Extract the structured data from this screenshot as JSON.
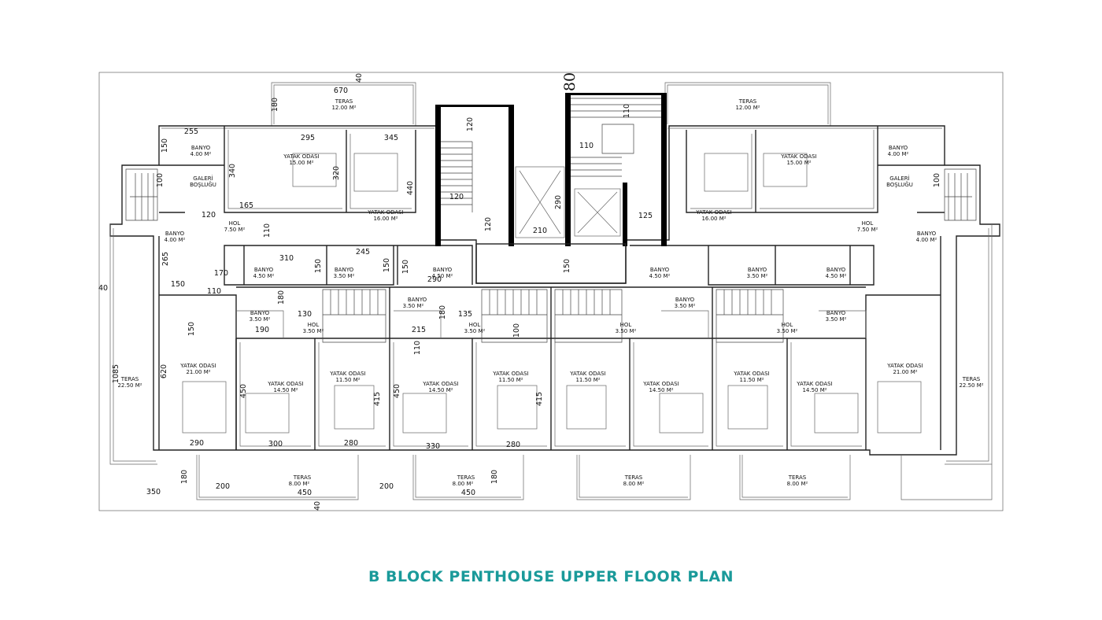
{
  "caption": "B BLOCK PENTHOUSE UPPER FLOOR PLAN",
  "accent_color": "#1a9a9a",
  "rooms": [
    {
      "id": "teras-top-left",
      "name": "TERAS",
      "area": "12.00 M²"
    },
    {
      "id": "teras-top-right",
      "name": "TERAS",
      "area": "12.00 M²"
    },
    {
      "id": "banyo-tl",
      "name": "BANYO",
      "area": "4.00 M²"
    },
    {
      "id": "banyo-tr",
      "name": "BANYO",
      "area": "4.00 M²"
    },
    {
      "id": "yatak-l15",
      "name": "YATAK ODASI",
      "area": "15.00 M²"
    },
    {
      "id": "yatak-l16",
      "name": "YATAK ODASI",
      "area": "16.00 M²"
    },
    {
      "id": "yatak-r16",
      "name": "YATAK ODASI",
      "area": "16.00 M²"
    },
    {
      "id": "yatak-r15",
      "name": "YATAK ODASI",
      "area": "15.00 M²"
    },
    {
      "id": "galeri-l",
      "name": "GALERİ",
      "area": "BOŞLUĞU"
    },
    {
      "id": "galeri-r",
      "name": "GALERİ",
      "area": "BOŞLUĞU"
    },
    {
      "id": "hol-l",
      "name": "HOL",
      "area": "7.50 M²"
    },
    {
      "id": "hol-r",
      "name": "HOL",
      "area": "7.50 M²"
    },
    {
      "id": "banyo-ml",
      "name": "BANYO",
      "area": "4.00 M²"
    },
    {
      "id": "banyo-mr",
      "name": "BANYO",
      "area": "4.00 M²"
    },
    {
      "id": "banyo-a1",
      "name": "BANYO",
      "area": "4.50 M²"
    },
    {
      "id": "banyo-a2",
      "name": "BANYO",
      "area": "3.50 M²"
    },
    {
      "id": "banyo-a3",
      "name": "BANYO",
      "area": "4.50 M²"
    },
    {
      "id": "banyo-a4",
      "name": "BANYO",
      "area": "4.50 M²"
    },
    {
      "id": "banyo-a5",
      "name": "BANYO",
      "area": "3.50 M²"
    },
    {
      "id": "banyo-a6",
      "name": "BANYO",
      "area": "4.50 M²"
    },
    {
      "id": "banyo-b1",
      "name": "BANYO",
      "area": "3.50 M²"
    },
    {
      "id": "banyo-b2",
      "name": "BANYO",
      "area": "3.50 M²"
    },
    {
      "id": "banyo-b3",
      "name": "BANYO",
      "area": "3.50 M²"
    },
    {
      "id": "banyo-b4",
      "name": "BANYO",
      "area": "3.50 M²"
    },
    {
      "id": "hol-1",
      "name": "HOL",
      "area": "3.50 M²"
    },
    {
      "id": "hol-2",
      "name": "HOL",
      "area": "3.50 M²"
    },
    {
      "id": "hol-3",
      "name": "HOL",
      "area": "3.50 M²"
    },
    {
      "id": "hol-4",
      "name": "HOL",
      "area": "3.50 M²"
    },
    {
      "id": "yatak-21l",
      "name": "YATAK ODASI",
      "area": "21.00 M²"
    },
    {
      "id": "yatak-21r",
      "name": "YATAK ODASI",
      "area": "21.00 M²"
    },
    {
      "id": "yatak-c1",
      "name": "YATAK ODASI",
      "area": "14.50 M²"
    },
    {
      "id": "yatak-c2",
      "name": "YATAK ODASI",
      "area": "11.50 M²"
    },
    {
      "id": "yatak-c3",
      "name": "YATAK ODASI",
      "area": "14.50 M²"
    },
    {
      "id": "yatak-c4",
      "name": "YATAK ODASI",
      "area": "11.50 M²"
    },
    {
      "id": "yatak-c5",
      "name": "YATAK ODASI",
      "area": "11.50 M²"
    },
    {
      "id": "yatak-c6",
      "name": "YATAK ODASI",
      "area": "14.50 M²"
    },
    {
      "id": "yatak-c7",
      "name": "YATAK ODASI",
      "area": "11.50 M²"
    },
    {
      "id": "yatak-c8",
      "name": "YATAK ODASI",
      "area": "14.50 M²"
    },
    {
      "id": "teras-side-l",
      "name": "TERAS",
      "area": "22.50 M²"
    },
    {
      "id": "teras-side-r",
      "name": "TERAS",
      "area": "22.50 M²"
    },
    {
      "id": "teras-b1",
      "name": "TERAS",
      "area": "8.00 M²"
    },
    {
      "id": "teras-b2",
      "name": "TERAS",
      "area": "8.00 M²"
    },
    {
      "id": "teras-b3",
      "name": "TERAS",
      "area": "8.00 M²"
    },
    {
      "id": "teras-b4",
      "name": "TERAS",
      "area": "8.00 M²"
    }
  ],
  "dimensions": [
    {
      "id": "d40top",
      "value": "40"
    },
    {
      "id": "d670",
      "value": "670"
    },
    {
      "id": "d180top",
      "value": "180"
    },
    {
      "id": "d80",
      "value": "80"
    },
    {
      "id": "d255",
      "value": "255"
    },
    {
      "id": "d295",
      "value": "295"
    },
    {
      "id": "d345",
      "value": "345"
    },
    {
      "id": "d150a",
      "value": "150"
    },
    {
      "id": "d340",
      "value": "340"
    },
    {
      "id": "d320",
      "value": "320"
    },
    {
      "id": "d440",
      "value": "440"
    },
    {
      "id": "d100l",
      "value": "100"
    },
    {
      "id": "d165",
      "value": "165"
    },
    {
      "id": "d120a",
      "value": "120"
    },
    {
      "id": "d110a",
      "value": "110"
    },
    {
      "id": "d120s1",
      "value": "120"
    },
    {
      "id": "d120s2",
      "value": "120"
    },
    {
      "id": "d120s3",
      "value": "120"
    },
    {
      "id": "d290a",
      "value": "290"
    },
    {
      "id": "d210",
      "value": "210"
    },
    {
      "id": "d110s",
      "value": "110"
    },
    {
      "id": "d110b",
      "value": "110"
    },
    {
      "id": "d125",
      "value": "125"
    },
    {
      "id": "d100r",
      "value": "100"
    },
    {
      "id": "d265",
      "value": "265"
    },
    {
      "id": "d150b",
      "value": "150"
    },
    {
      "id": "d170",
      "value": "170"
    },
    {
      "id": "d110c",
      "value": "110"
    },
    {
      "id": "d310",
      "value": "310"
    },
    {
      "id": "d150c",
      "value": "150"
    },
    {
      "id": "d245",
      "value": "245"
    },
    {
      "id": "d150d",
      "value": "150"
    },
    {
      "id": "d150e",
      "value": "150"
    },
    {
      "id": "d290b",
      "value": "290"
    },
    {
      "id": "d150f",
      "value": "150"
    },
    {
      "id": "d40side",
      "value": "40"
    },
    {
      "id": "d180a",
      "value": "180"
    },
    {
      "id": "d130",
      "value": "130"
    },
    {
      "id": "d190",
      "value": "190"
    },
    {
      "id": "d180b",
      "value": "180"
    },
    {
      "id": "d135",
      "value": "135"
    },
    {
      "id": "d215",
      "value": "215"
    },
    {
      "id": "d100c",
      "value": "100"
    },
    {
      "id": "d110d",
      "value": "110"
    },
    {
      "id": "d150g",
      "value": "150"
    },
    {
      "id": "d1085",
      "value": "1085"
    },
    {
      "id": "d620",
      "value": "620"
    },
    {
      "id": "d450a",
      "value": "450"
    },
    {
      "id": "d415a",
      "value": "415"
    },
    {
      "id": "d450b",
      "value": "450"
    },
    {
      "id": "d415b",
      "value": "415"
    },
    {
      "id": "d290c",
      "value": "290"
    },
    {
      "id": "d300",
      "value": "300"
    },
    {
      "id": "d280a",
      "value": "280"
    },
    {
      "id": "d330",
      "value": "330"
    },
    {
      "id": "d280b",
      "value": "280"
    },
    {
      "id": "d180c",
      "value": "180"
    },
    {
      "id": "d200a",
      "value": "200"
    },
    {
      "id": "d200b",
      "value": "200"
    },
    {
      "id": "d180d",
      "value": "180"
    },
    {
      "id": "d350",
      "value": "350"
    },
    {
      "id": "d450c",
      "value": "450"
    },
    {
      "id": "d450d",
      "value": "450"
    },
    {
      "id": "d40bot",
      "value": "40"
    }
  ]
}
